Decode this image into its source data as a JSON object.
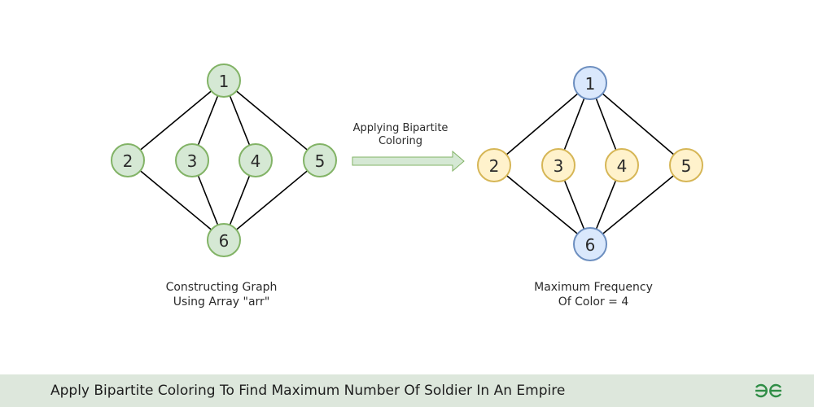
{
  "left_graph": {
    "caption_line1": "Constructing Graph",
    "caption_line2": "Using Array \"arr\"",
    "nodes": [
      {
        "id": "1",
        "color": "green"
      },
      {
        "id": "2",
        "color": "green"
      },
      {
        "id": "3",
        "color": "green"
      },
      {
        "id": "4",
        "color": "green"
      },
      {
        "id": "5",
        "color": "green"
      },
      {
        "id": "6",
        "color": "green"
      }
    ],
    "edges": [
      [
        "1",
        "2"
      ],
      [
        "1",
        "3"
      ],
      [
        "1",
        "4"
      ],
      [
        "1",
        "5"
      ],
      [
        "6",
        "2"
      ],
      [
        "6",
        "3"
      ],
      [
        "6",
        "4"
      ],
      [
        "6",
        "5"
      ]
    ]
  },
  "right_graph": {
    "caption_line1": "Maximum Frequency",
    "caption_line2": "Of Color = 4",
    "nodes": [
      {
        "id": "1",
        "color": "blue"
      },
      {
        "id": "2",
        "color": "yellow"
      },
      {
        "id": "3",
        "color": "yellow"
      },
      {
        "id": "4",
        "color": "yellow"
      },
      {
        "id": "5",
        "color": "yellow"
      },
      {
        "id": "6",
        "color": "blue"
      }
    ],
    "edges": [
      [
        "1",
        "2"
      ],
      [
        "1",
        "3"
      ],
      [
        "1",
        "4"
      ],
      [
        "1",
        "5"
      ],
      [
        "6",
        "2"
      ],
      [
        "6",
        "3"
      ],
      [
        "6",
        "4"
      ],
      [
        "6",
        "5"
      ]
    ]
  },
  "arrow": {
    "label_line1": "Applying Bipartite",
    "label_line2": "Coloring"
  },
  "palette": {
    "green": {
      "fill": "#d5e8d4",
      "stroke": "#82b366"
    },
    "blue": {
      "fill": "#dae8fc",
      "stroke": "#6c8ebf"
    },
    "yellow": {
      "fill": "#fff2cc",
      "stroke": "#d6b656"
    },
    "edge": "#000000",
    "footer_bg": "#dde7dc",
    "logo": "#2f8d46"
  },
  "footer": {
    "title": "Apply Bipartite Coloring To Find Maximum Number Of Soldier In An Empire",
    "logo": "gfg-logo-icon"
  }
}
